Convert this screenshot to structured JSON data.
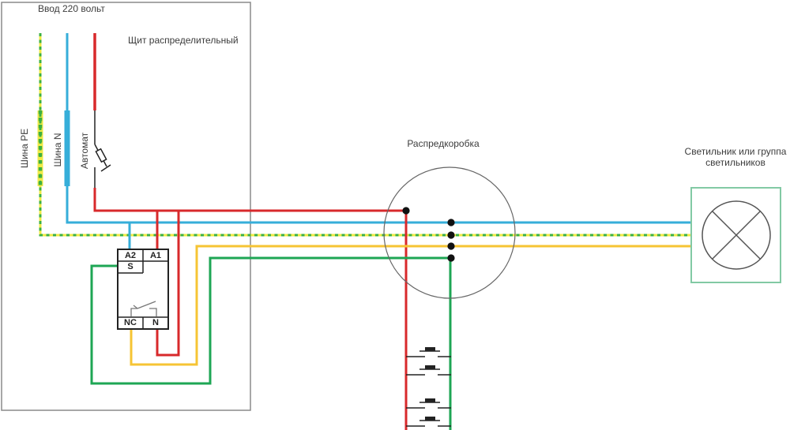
{
  "colors": {
    "wire-red": "#d8292b",
    "wire-blue": "#36aed9",
    "wire-yellow": "#f6c434",
    "wire-green": "#1ea654",
    "pe-yellow": "#f0ea45",
    "pe-green": "#3cb043",
    "panel-border": "#8a8a8a",
    "lamp-border": "#82c9a4",
    "symbol-dark": "#222222",
    "text": "#3c3c3c"
  },
  "labels": {
    "input": "Ввод 220 вольт",
    "panel": "Щит распределительный",
    "pe_bus": "Шина PE",
    "n_bus": "Шина N",
    "breaker": "Автомат",
    "junction_box": "Распредкоробка",
    "lamp_line1": "Светильник или группа",
    "lamp_line2": "светильников"
  },
  "relay_terminals": {
    "a2": "A2",
    "a1": "A1",
    "s": "S",
    "nc": "NC",
    "n": "N"
  }
}
